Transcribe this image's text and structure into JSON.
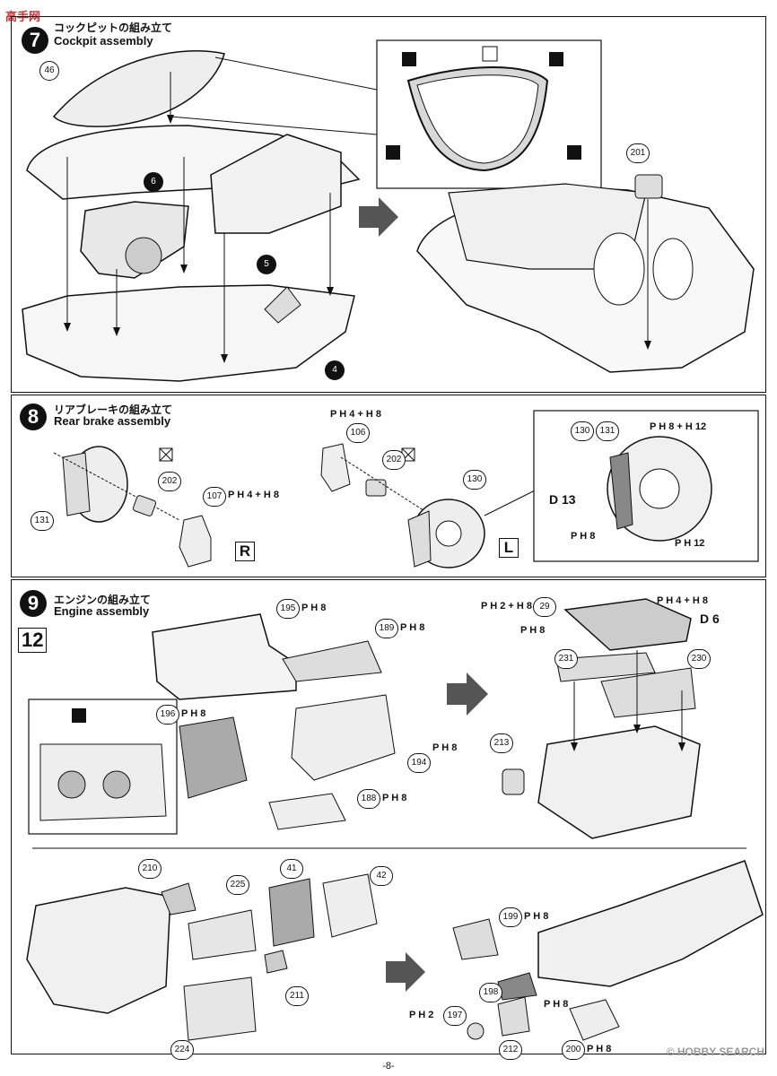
{
  "site_logo": "高手网",
  "step7": {
    "number": "7",
    "title_jp": "コックピットの組み立て",
    "title_en": "Cockpit assembly",
    "callouts": [
      "46",
      "6",
      "5",
      "4",
      "201"
    ]
  },
  "step8": {
    "number": "8",
    "title_jp": "リアブレーキの組み立て",
    "title_en": "Rear brake assembly",
    "callouts": [
      "131",
      "202",
      "107",
      "106",
      "202",
      "130",
      "130",
      "131"
    ],
    "paint_ph4_h8": "P H 4 + H 8",
    "paint_ph8_h12": "P H 8 + H 12",
    "paint_ph8": "P H 8",
    "paint_ph12": "P H 12",
    "decal": "D 13",
    "side_r": "R",
    "side_l": "L"
  },
  "step9": {
    "number": "9",
    "title_jp": "エンジンの組み立て",
    "title_en": "Engine assembly",
    "ph_badge": "12",
    "callouts": [
      "195",
      "189",
      "196",
      "194",
      "188",
      "29",
      "231",
      "230",
      "213",
      "210",
      "225",
      "41",
      "42",
      "211",
      "224",
      "199",
      "198",
      "197",
      "212",
      "200"
    ],
    "paint_ph8": "P H 8",
    "paint_ph2_h8": "P H 2 + H 8",
    "paint_ph4_h8": "P H 4 + H 8",
    "paint_ph2": "P H 2",
    "decal": "D 6"
  },
  "footer": {
    "page": "-8-",
    "watermark": "© HOBBY SEARCH"
  }
}
